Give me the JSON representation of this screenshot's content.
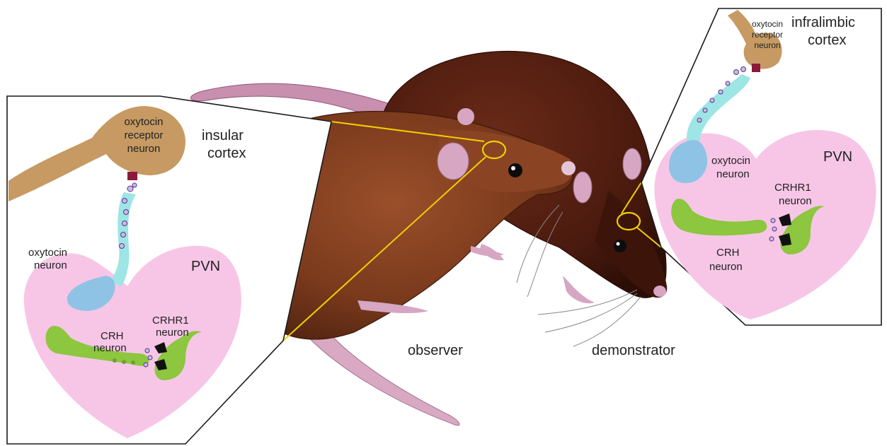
{
  "left_panel": {
    "region_label_line1": "insular",
    "region_label_line2": "cortex",
    "receptor_line1": "oxytocin",
    "receptor_line2": "receptor",
    "receptor_line3": "neuron",
    "oxytocin_line1": "oxytocin",
    "oxytocin_line2": "neuron",
    "pvn_label": "PVN",
    "crh_line1": "CRH",
    "crh_line2": "neuron",
    "crhr1_line1": "CRHR1",
    "crhr1_line2": "neuron"
  },
  "right_panel": {
    "region_label_line1": "infralimbic",
    "region_label_line2": "cortex",
    "receptor_line1": "oxytocin",
    "receptor_line2": "receptor",
    "receptor_line3": "neuron",
    "oxytocin_line1": "oxytocin",
    "oxytocin_line2": "neuron",
    "pvn_label": "PVN",
    "crh_line1": "CRH",
    "crh_line2": "neuron",
    "crhr1_line1": "CRHR1",
    "crhr1_line2": "neuron"
  },
  "rats": {
    "observer_label": "observer",
    "demonstrator_label": "demonstrator"
  },
  "colors": {
    "pvn_pink": "#f7c6e6",
    "receptor_tan": "#c69a62",
    "oxytocin_blue": "#8fc3e6",
    "axon_cyan": "#9ee5e5",
    "crh_green": "#8dc63f",
    "synapse_maroon": "#8b1a3a",
    "highlight_yellow": "#f0d000",
    "observer_brown": "#7a3a1c",
    "demonstrator_brown": "#4a1a0e",
    "skin_pink": "#d7a6c3"
  }
}
